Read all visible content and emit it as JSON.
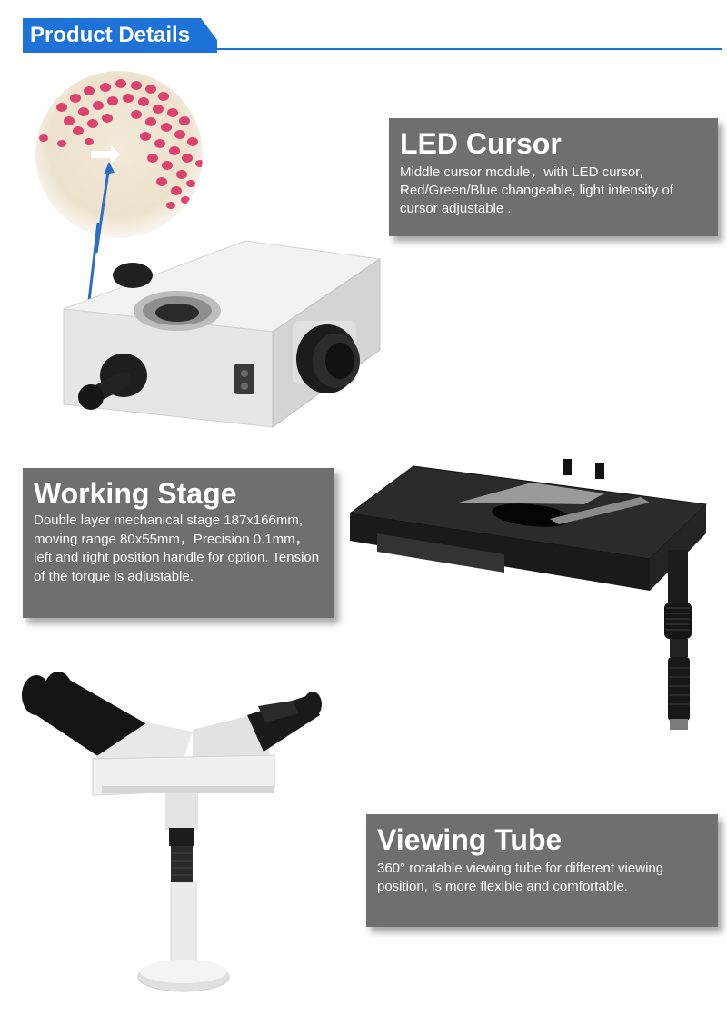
{
  "header": {
    "title": "Product Details",
    "accent_color": "#1e73d8"
  },
  "sections": [
    {
      "id": "led-cursor",
      "title": "LED Cursor",
      "description": "Middle cursor module，with LED cursor, Red/Green/Blue changeable, light intensity of cursor adjustable ."
    },
    {
      "id": "working-stage",
      "title": "Working Stage",
      "description": "Double layer mechanical stage 187x166mm, moving range 80x55mm，Precision 0.1mm，left and right position handle for option. Tension of the torque is adjustable."
    },
    {
      "id": "viewing-tube",
      "title": "Viewing Tube",
      "description": "360°  rotatable viewing tube for different viewing position, is more flexible and comfortable."
    }
  ],
  "images": {
    "specimen": "specimen-view-image",
    "cursor_module": "cursor-module-image",
    "stage": "mechanical-stage-image",
    "tube": "dual-viewing-tube-image"
  },
  "panel_color": "#6f6f6f"
}
